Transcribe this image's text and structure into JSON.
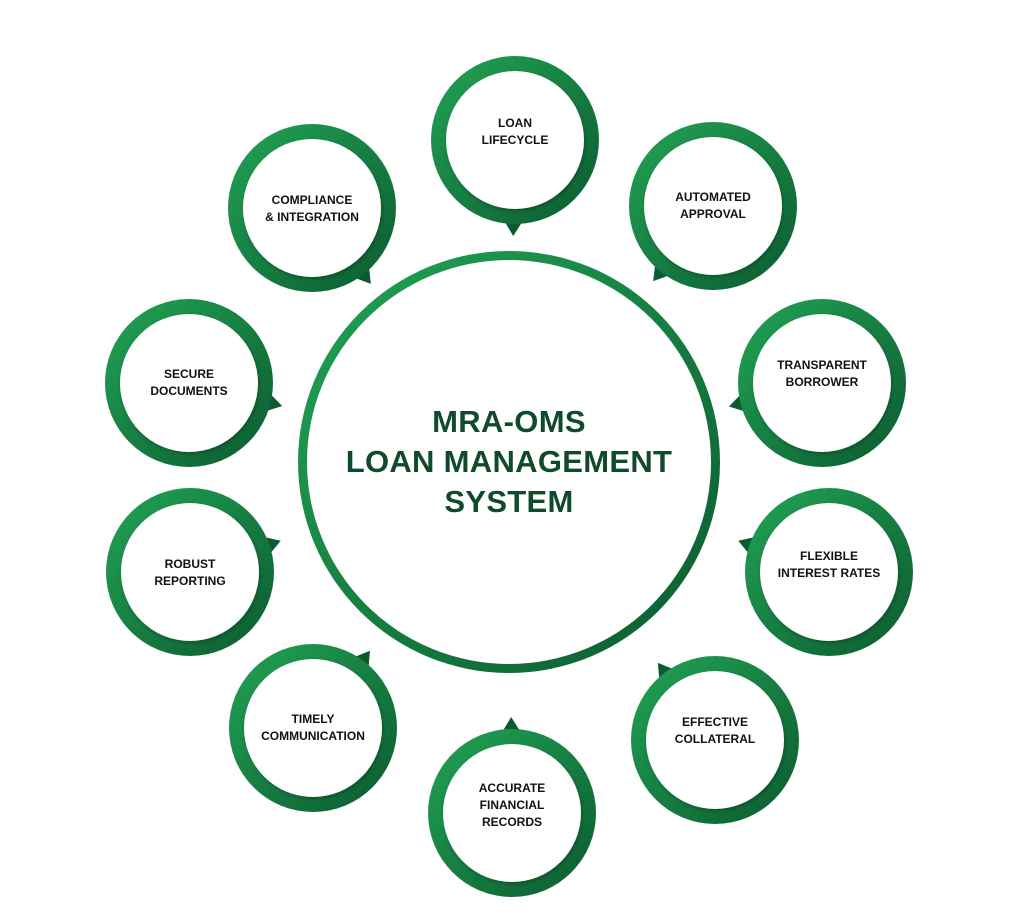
{
  "hub": {
    "lines": [
      "MRA-OMS",
      "LOAN MANAGEMENT",
      "SYSTEM"
    ]
  },
  "nodes": [
    {
      "id": "loan-lifecycle",
      "lines": [
        "LOAN",
        "LIFECYCLE"
      ]
    },
    {
      "id": "automated-approval",
      "lines": [
        "AUTOMATED",
        "APPROVAL"
      ]
    },
    {
      "id": "transparent-borrower",
      "lines": [
        "TRANSPARENT",
        "BORROWER"
      ]
    },
    {
      "id": "flexible-interest-rates",
      "lines": [
        "FLEXIBLE",
        "INTEREST RATES"
      ]
    },
    {
      "id": "effective-collateral",
      "lines": [
        "EFFECTIVE",
        "COLLATERAL"
      ]
    },
    {
      "id": "accurate-financial-records",
      "lines": [
        "ACCURATE",
        "FINANCIAL",
        "RECORDS"
      ]
    },
    {
      "id": "timely-communication",
      "lines": [
        "TIMELY",
        "COMMUNICATION"
      ]
    },
    {
      "id": "robust-reporting",
      "lines": [
        "ROBUST",
        "REPORTING"
      ]
    },
    {
      "id": "secure-documents",
      "lines": [
        "SECURE",
        "DOCUMENTS"
      ]
    },
    {
      "id": "compliance-integration",
      "lines": [
        "COMPLIANCE",
        "& INTEGRATION"
      ]
    }
  ],
  "colors": {
    "green_light": "#1e9a4e",
    "green_dark": "#0c5a30",
    "hub_text": "#0f4a2a",
    "node_text": "#111111"
  }
}
